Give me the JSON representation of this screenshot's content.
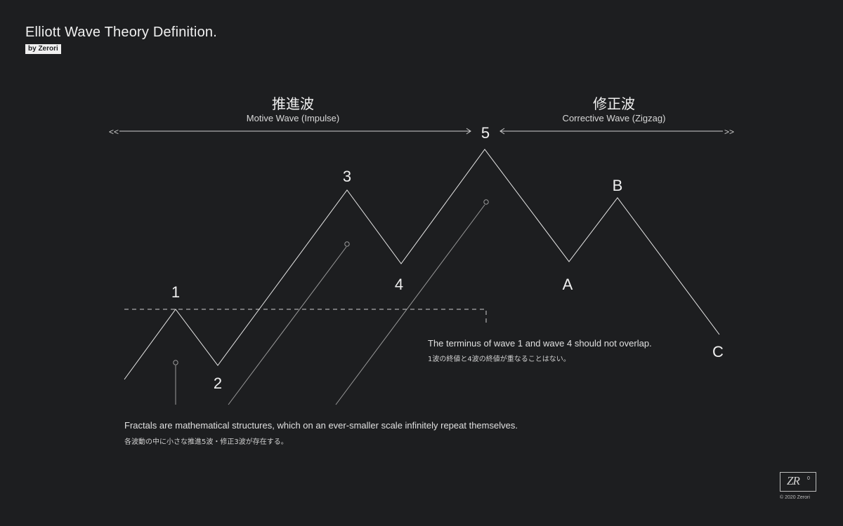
{
  "title": "Elliott Wave Theory Definition.",
  "byline": "by Zerori",
  "motive": {
    "jp": "推進波",
    "en": "Motive Wave (Impulse)"
  },
  "corrective": {
    "jp": "修正波",
    "en": "Corrective Wave (Zigzag)"
  },
  "arrow_marks": {
    "left": "<<",
    "right": ">>"
  },
  "waves": {
    "w1": "1",
    "w2": "2",
    "w3": "3",
    "w4": "4",
    "w5": "5",
    "wA": "A",
    "wB": "B",
    "wC": "C"
  },
  "overlap_note": {
    "en": "The terminus of wave 1 and wave 4 should not overlap.",
    "jp": "1波の終値と4波の終値が重なることはない。"
  },
  "fractal_note": {
    "en": "Fractals are mathematical structures, which on an ever-smaller scale infinitely repeat themselves.",
    "jp": "各波動の中に小さな推進5波・修正3波が存在する。"
  },
  "logo": {
    "text": "ZR",
    "sup": "0"
  },
  "copyright": "© 2020 Zerori",
  "colors": {
    "background": "#1d1e20",
    "line": "#e8e8e8",
    "guide": "#9a9a9a"
  }
}
